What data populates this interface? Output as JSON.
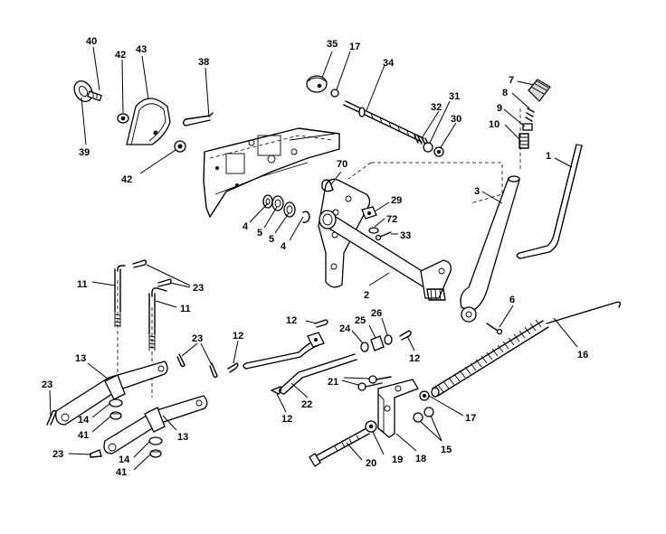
{
  "callouts": {
    "c40": "40",
    "c42a": "42",
    "c43": "43",
    "c38": "38",
    "c39": "39",
    "c42b": "42",
    "c35": "35",
    "c17a": "17",
    "c34": "34",
    "c31": "31",
    "c32": "32",
    "c30": "30",
    "c7": "7",
    "c8": "8",
    "c9": "9",
    "c10": "10",
    "c1": "1",
    "c3": "3",
    "c70": "70",
    "c29": "29",
    "c72": "72",
    "c33": "33",
    "c4a": "4",
    "c5a": "5",
    "c5b": "5",
    "c4b": "4",
    "c2": "2",
    "c6": "6",
    "c11a": "11",
    "c23a": "23",
    "c11b": "11",
    "c23b": "23",
    "c12a": "12",
    "c24": "24",
    "c25": "25",
    "c26": "26",
    "c12b": "12",
    "c12c": "12",
    "c12d": "12",
    "c16": "16",
    "c13a": "13",
    "c23c": "23",
    "c14a": "14",
    "c41a": "41",
    "c13b": "13",
    "c23d": "23",
    "c14b": "14",
    "c41b": "41",
    "c21": "21",
    "c22": "22",
    "c17b": "17",
    "c15": "15",
    "c20": "20",
    "c19": "19",
    "c18": "18"
  }
}
